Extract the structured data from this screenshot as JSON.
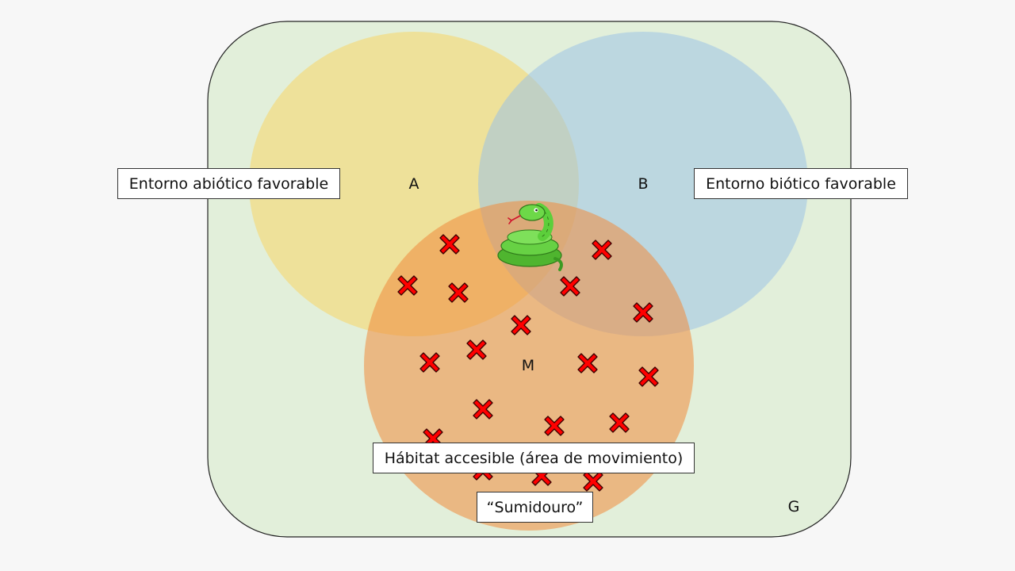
{
  "labels": {
    "region_a": "A",
    "region_b": "B",
    "region_m": "M",
    "region_g": "G",
    "abiotic": "Entorno abiótico favorable",
    "biotic": "Entorno biótico favorable",
    "accessible": "Hábitat accesible (área de movimiento)",
    "sink": "“Sumidouro”"
  },
  "colors": {
    "background": "#f7f7f7",
    "universe_g": "#e2efda",
    "circle_a": "#f2dd8b",
    "circle_b": "#b7d3e6",
    "circle_m": "#ef9d52",
    "cross_fill": "#ff0000",
    "snake": "#5ccf3b"
  },
  "icons": {
    "species": "snake-icon",
    "absence": "red-cross-icon"
  }
}
